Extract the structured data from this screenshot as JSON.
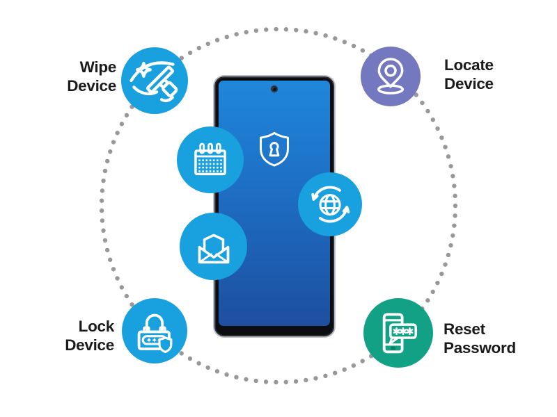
{
  "diagram": {
    "features": [
      {
        "id": "wipe-device",
        "line1": "Wipe",
        "line2": "Device",
        "icon": "squeegee-wipe-icon",
        "circle_color": "#19A0DE",
        "position": "top-left"
      },
      {
        "id": "locate-device",
        "line1": "Locate",
        "line2": "Device",
        "icon": "map-pin-icon",
        "circle_color": "#7378BF",
        "position": "top-right"
      },
      {
        "id": "lock-device",
        "line1": "Lock",
        "line2": "Device",
        "icon": "padlock-password-shield-icon",
        "circle_color": "#19A0DE",
        "position": "bottom-left"
      },
      {
        "id": "reset-password",
        "line1": "Reset",
        "line2": "Password",
        "icon": "phone-password-bubble-icon",
        "circle_color": "#13A186",
        "position": "bottom-right"
      }
    ],
    "phone_overlay_icons": [
      {
        "id": "calendar",
        "icon": "calendar-icon",
        "circle_color": "#19A0DE"
      },
      {
        "id": "email",
        "icon": "open-envelope-icon",
        "circle_color": "#19A0DE"
      },
      {
        "id": "sync",
        "icon": "globe-sync-icon",
        "circle_color": "#19A0DE"
      }
    ],
    "phone": {
      "screen_icon": "shield-keyhole-icon"
    },
    "colors": {
      "accent_blue": "#19A0DE",
      "locate_purple": "#7378BF",
      "reset_teal": "#13A186",
      "dark_teal": "#0c7c67",
      "dot_gray": "#97989B",
      "text": "#1b1b1b",
      "screen_gradient_top": "#1f87da",
      "screen_gradient_bottom": "#1d4f9f",
      "phone_frame": "#bcc0c6",
      "phone_body": "#0b0d11"
    }
  }
}
